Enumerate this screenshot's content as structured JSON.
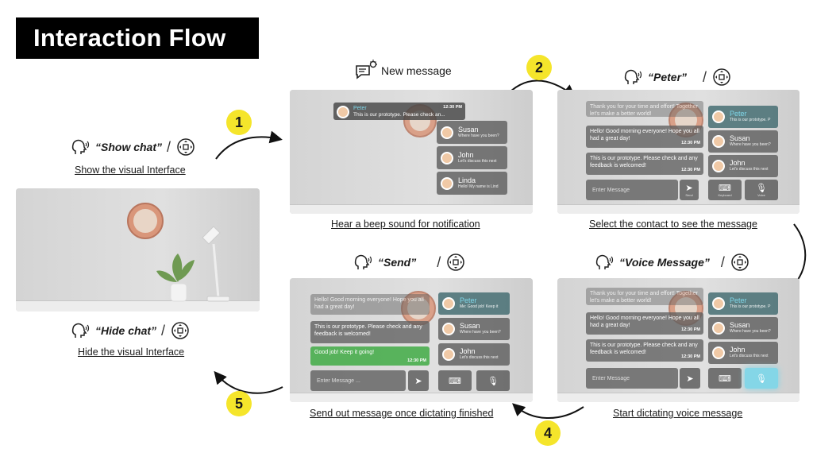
{
  "title": "Interaction Flow",
  "steps": {
    "n1": "1",
    "n2": "2",
    "n4": "4",
    "n5": "5"
  },
  "panel0": {
    "show_label": "“Show chat”",
    "show_caption": "Show the visual Interface",
    "hide_label": "“Hide chat”",
    "hide_caption": "Hide the visual Interface"
  },
  "panel1": {
    "header": "New message",
    "notif_name": "Peter",
    "notif_time": "12:30 PM",
    "notif_text": "This is our prototype. Please check an...",
    "contacts": [
      {
        "name": "Susan",
        "sub": "Where have you been?"
      },
      {
        "name": "John",
        "sub": "Let's discuss this next"
      },
      {
        "name": "Linda",
        "sub": "Hello! My name is Lind"
      }
    ],
    "caption": "Hear a beep sound for notification"
  },
  "panel2": {
    "header": "“Peter”",
    "messages": [
      {
        "text": "Thank you for your time and effort! Together let's make a better world!"
      },
      {
        "text": "Hello! Good morning everyone! Hope you all had a great day!",
        "time": "12:30 PM"
      },
      {
        "text": "This is our prototype. Please check and any feedback is welcomed!",
        "time": "12:30 PM"
      }
    ],
    "contacts": [
      {
        "name": "Peter",
        "sub": "This is our prototype. P"
      },
      {
        "name": "Susan",
        "sub": "Where have you been?"
      },
      {
        "name": "John",
        "sub": "Let's discuss this next"
      }
    ],
    "input_placeholder": "Enter Message",
    "send": "Send",
    "keyboard": "Keyboard",
    "voice": "Voice",
    "caption": "Select the contact to see the message"
  },
  "panel3": {
    "header": "“Voice Message”",
    "messages": [
      {
        "text": "Thank you for your time and effort! Together let's make a better world!"
      },
      {
        "text": "Hello! Good morning everyone! Hope you all had a great day!",
        "time": "12:30 PM"
      },
      {
        "text": "This is our prototype. Please check and any feedback is welcomed!",
        "time": "12:30 PM"
      }
    ],
    "contacts": [
      {
        "name": "Peter",
        "sub": "This is our prototype. P"
      },
      {
        "name": "Susan",
        "sub": "Where have you been?"
      },
      {
        "name": "John",
        "sub": "Let's discuss this next"
      }
    ],
    "input_placeholder": "Enter Message",
    "caption": "Start dictating voice message"
  },
  "panel4": {
    "header": "“Send”",
    "messages": [
      {
        "text": "Hello! Good morning everyone! Hope you all had a great day!"
      },
      {
        "text": "This is our prototype. Please check and any feedback is welcomed!"
      },
      {
        "text": "Good job! Keep it going!",
        "time": "12:30 PM"
      }
    ],
    "contacts": [
      {
        "name": "Peter",
        "sub": "Me: Good job! Keep it"
      },
      {
        "name": "Susan",
        "sub": "Where have you been?"
      },
      {
        "name": "John",
        "sub": "Let's discuss this next"
      }
    ],
    "input_placeholder": "Enter Message ...",
    "caption": "Send out message once dictating finished"
  },
  "colors": {
    "step_badge": "#f5e52b",
    "highlight": "#7fd6e8",
    "sent_bubble": "#4caf50"
  }
}
